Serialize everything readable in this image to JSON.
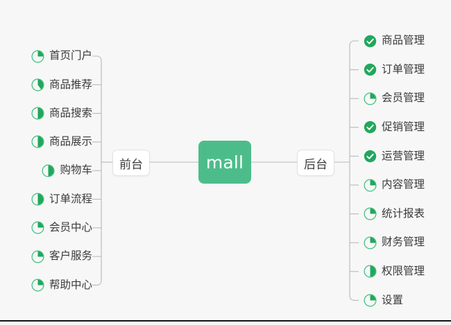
{
  "diagram": {
    "type": "mindmap",
    "background_color": "#f7f7f7",
    "center": {
      "label": "mall",
      "color": "#4cbd8a",
      "text_color": "#ffffff"
    },
    "branches": [
      {
        "id": "left",
        "label": "前台"
      },
      {
        "id": "right",
        "label": "后台"
      }
    ],
    "progress_colors": {
      "ring": "#3fc07d",
      "fill": "#22a75d",
      "done": "#22a75d",
      "check": "#ffffff"
    },
    "left_items": [
      {
        "label": "首页门户",
        "status": "partial",
        "progress": 25
      },
      {
        "label": "商品推荐",
        "status": "partial",
        "progress": 40
      },
      {
        "label": "商品搜索",
        "status": "partial",
        "progress": 50
      },
      {
        "label": "商品展示",
        "status": "partial",
        "progress": 50
      },
      {
        "label": "购物车",
        "status": "partial",
        "progress": 50
      },
      {
        "label": "订单流程",
        "status": "partial",
        "progress": 50
      },
      {
        "label": "会员中心",
        "status": "partial",
        "progress": 25
      },
      {
        "label": "客户服务",
        "status": "partial",
        "progress": 25
      },
      {
        "label": "帮助中心",
        "status": "partial",
        "progress": 25
      }
    ],
    "right_items": [
      {
        "label": "商品管理",
        "status": "done",
        "progress": 100
      },
      {
        "label": "订单管理",
        "status": "done",
        "progress": 100
      },
      {
        "label": "会员管理",
        "status": "partial",
        "progress": 25
      },
      {
        "label": "促销管理",
        "status": "done",
        "progress": 100
      },
      {
        "label": "运营管理",
        "status": "done",
        "progress": 100
      },
      {
        "label": "内容管理",
        "status": "partial",
        "progress": 25
      },
      {
        "label": "统计报表",
        "status": "partial",
        "progress": 25
      },
      {
        "label": "财务管理",
        "status": "partial",
        "progress": 25
      },
      {
        "label": "权限管理",
        "status": "partial",
        "progress": 50
      },
      {
        "label": "设置",
        "status": "partial",
        "progress": 25
      }
    ]
  }
}
